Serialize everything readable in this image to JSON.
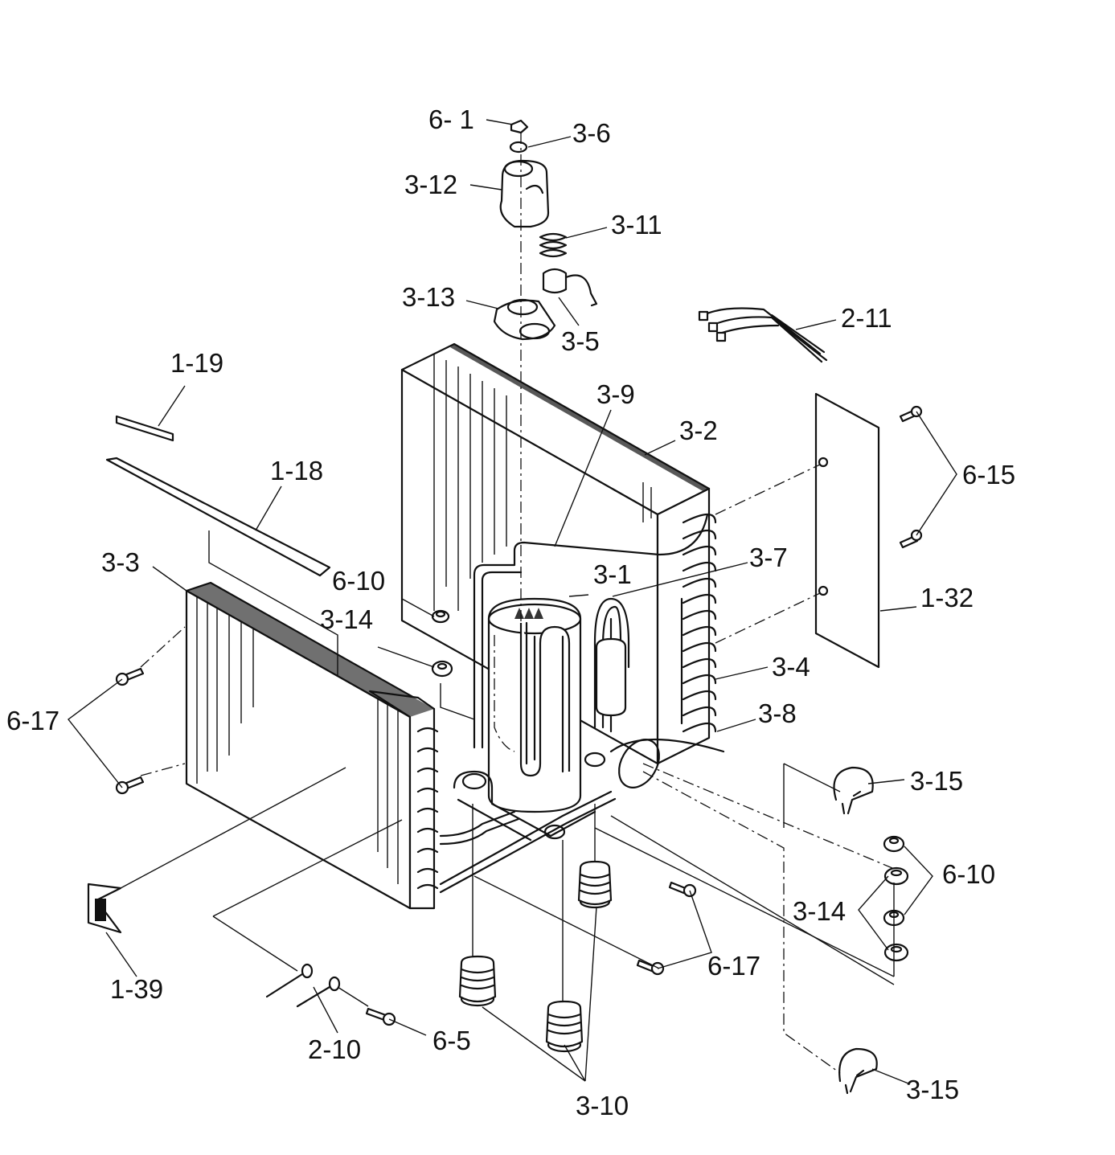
{
  "diagram": {
    "callouts": [
      {
        "id": "c-6-1",
        "text": "6- 1"
      },
      {
        "id": "c-3-6",
        "text": "3-6"
      },
      {
        "id": "c-3-12",
        "text": "3-12"
      },
      {
        "id": "c-3-11",
        "text": "3-11"
      },
      {
        "id": "c-3-13",
        "text": "3-13"
      },
      {
        "id": "c-3-5",
        "text": "3-5"
      },
      {
        "id": "c-2-11",
        "text": "2-11"
      },
      {
        "id": "c-1-19",
        "text": "1-19"
      },
      {
        "id": "c-3-9",
        "text": "3-9"
      },
      {
        "id": "c-3-2",
        "text": "3-2"
      },
      {
        "id": "c-6-15",
        "text": "6-15"
      },
      {
        "id": "c-1-18",
        "text": "1-18"
      },
      {
        "id": "c-3-3",
        "text": "3-3"
      },
      {
        "id": "c-3-7",
        "text": "3-7"
      },
      {
        "id": "c-6-10a",
        "text": "6-10"
      },
      {
        "id": "c-3-1",
        "text": "3-1"
      },
      {
        "id": "c-1-32",
        "text": "1-32"
      },
      {
        "id": "c-3-14a",
        "text": "3-14"
      },
      {
        "id": "c-3-4",
        "text": "3-4"
      },
      {
        "id": "c-6-17a",
        "text": "6-17"
      },
      {
        "id": "c-3-8",
        "text": "3-8"
      },
      {
        "id": "c-3-15a",
        "text": "3-15"
      },
      {
        "id": "c-6-10b",
        "text": "6-10"
      },
      {
        "id": "c-3-14b",
        "text": "3-14"
      },
      {
        "id": "c-6-17b",
        "text": "6-17"
      },
      {
        "id": "c-1-39",
        "text": "1-39"
      },
      {
        "id": "c-6-5",
        "text": "6-5"
      },
      {
        "id": "c-2-10",
        "text": "2-10"
      },
      {
        "id": "c-3-15b",
        "text": "3-15"
      },
      {
        "id": "c-3-10",
        "text": "3-10"
      }
    ]
  }
}
